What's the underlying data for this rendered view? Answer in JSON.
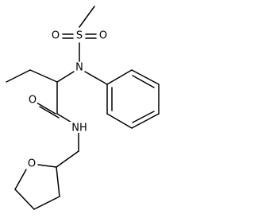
{
  "molecule": {
    "atoms": {
      "sulfur": "S",
      "sulfonyl_oxygen_left": "O",
      "sulfonyl_oxygen_right": "O",
      "amine_nitrogen": "N",
      "carbonyl_oxygen": "O",
      "amide_nitrogen": "NH",
      "ring_oxygen": "O"
    }
  }
}
